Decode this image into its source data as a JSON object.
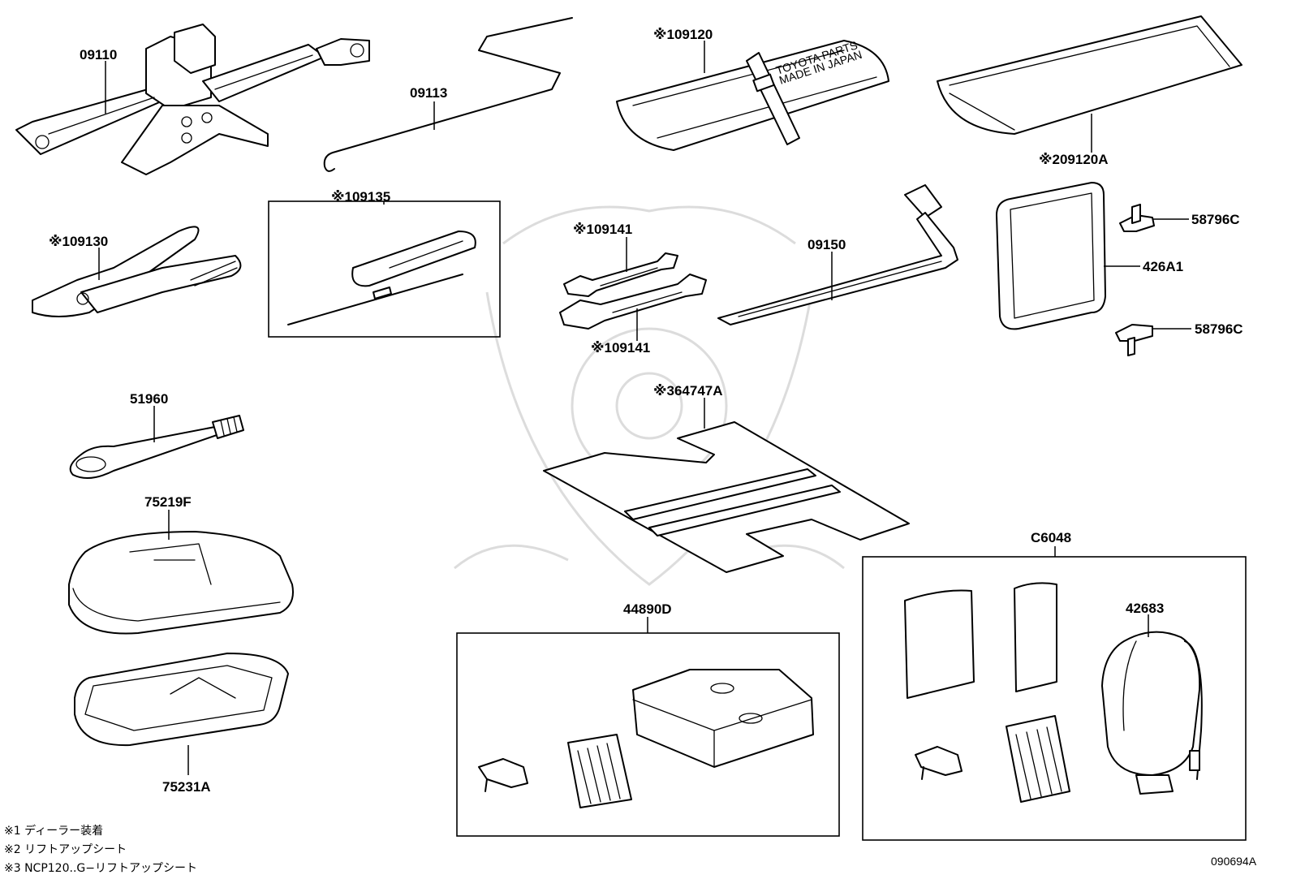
{
  "parts": {
    "p09110": "09110",
    "p09113": "09113",
    "p109120": "※109120",
    "p209120A": "※209120A",
    "p109130": "※109130",
    "p109135": "※109135",
    "p109141a": "※109141",
    "p109141b": "※109141",
    "p09150": "09150",
    "p58796C_a": "58796C",
    "p426A1": "426A1",
    "p58796C_b": "58796C",
    "p51960": "51960",
    "p364747A": "※364747A",
    "p75219F": "75219F",
    "p75231A": "75231A",
    "p44890D": "44890D",
    "pC6048": "C6048",
    "p42683": "42683"
  },
  "notes": {
    "n1": "※1 ディーラー装着",
    "n2": "※2 リフトアップシート",
    "n3": "※3 NCP120..G−リフトアップシート"
  },
  "diagram_code": "090694A",
  "pouch_text": {
    "line1": "TOYOTA  PARTS",
    "line2": "MADE IN JAPAN"
  },
  "icons": [
    "jack-icon",
    "jack-handle-icon",
    "tool-bag-icon",
    "pliers-icon",
    "screwdriver-icon",
    "wrench-icon",
    "lug-wrench-icon",
    "triangle-holder-icon",
    "clip-icon",
    "tow-hook-icon",
    "tray-icon",
    "mat-icon",
    "repair-kit-icon",
    "compressor-icon"
  ]
}
